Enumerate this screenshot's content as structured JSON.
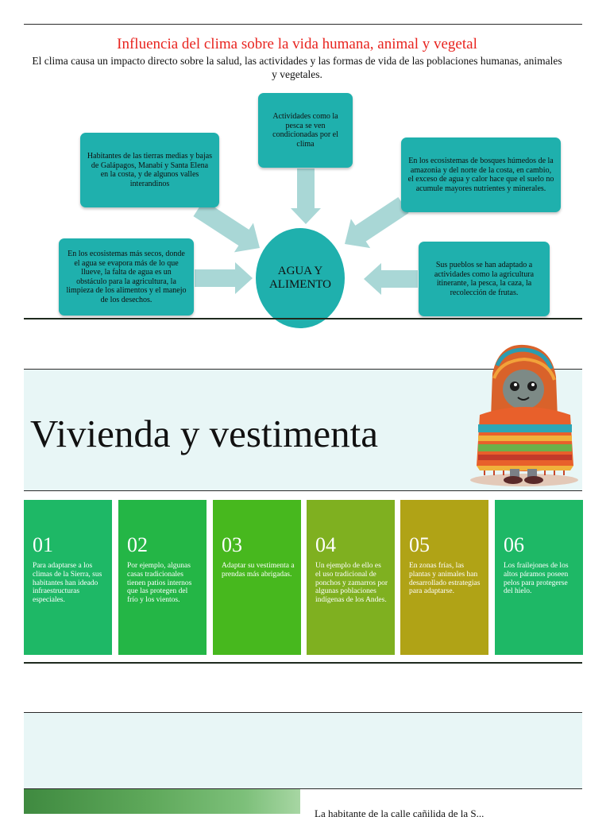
{
  "section1": {
    "title": "Influencia del clima sobre la vida humana, animal y vegetal",
    "intro": "El clima causa un impacto directo sobre la salud, las actividades y las formas de vida de las poblaciones humanas, animales y vegetales.",
    "center": "AGUA Y ALIMENTO",
    "nodes": [
      "Actividades como la pesca se ven condicionadas por el clima",
      "Habitantes de las tierras medias y bajas de Galápagos, Manabí y Santa Elena en la costa, y de algunos valles interandinos",
      "En los ecosistemas de bosques húmedos de la amazonia y del norte de la costa, en cambio, el exceso de agua y calor hace que el suelo no acumule mayores nutrientes y minerales.",
      "En los ecosistemas más secos, donde el agua se evapora más de lo que llueve, la falta de agua es un obstáculo para la agricultura, la limpieza de los alimentos y el manejo de los desechos.",
      "Sus pueblos se han adaptado a actividades como la agricultura itinerante, la pesca, la caza, la recolección de frutas."
    ],
    "node_color": "#1fb0ad",
    "arrow_color": "#a9d7d6",
    "title_color": "#e8241f"
  },
  "section2": {
    "title": "Vivienda y vestimenta",
    "band_color": "#e8f6f6",
    "cards": [
      {
        "num": "01",
        "text": "Para adaptarse a los climas de la Sierra, sus habitantes han ideado infraestructuras especiales.",
        "color": "#1eb866"
      },
      {
        "num": "02",
        "text": "Por ejemplo, algunas casas tradicionales tienen patios internos que las protegen del frío y los vientos.",
        "color": "#24b646"
      },
      {
        "num": "03",
        "text": "Adaptar su vestimenta a prendas más abrigadas.",
        "color": "#47b81e"
      },
      {
        "num": "04",
        "text": "Un ejemplo de ello es el uso tradicional de ponchos y zamarros por algunas poblaciones indígenas de los Andes.",
        "color": "#7fb020"
      },
      {
        "num": "05",
        "text": "En zonas frías, las plantas y animales han desarrollado estrategias para adaptarse.",
        "color": "#b0a316"
      },
      {
        "num": "06",
        "text": "Los frailejones de los altos páramos poseen pelos para protegerse del hielo.",
        "color": "#1eb866"
      }
    ]
  },
  "section3": {
    "text": "La habitante de la calle cañilida de la S..."
  }
}
